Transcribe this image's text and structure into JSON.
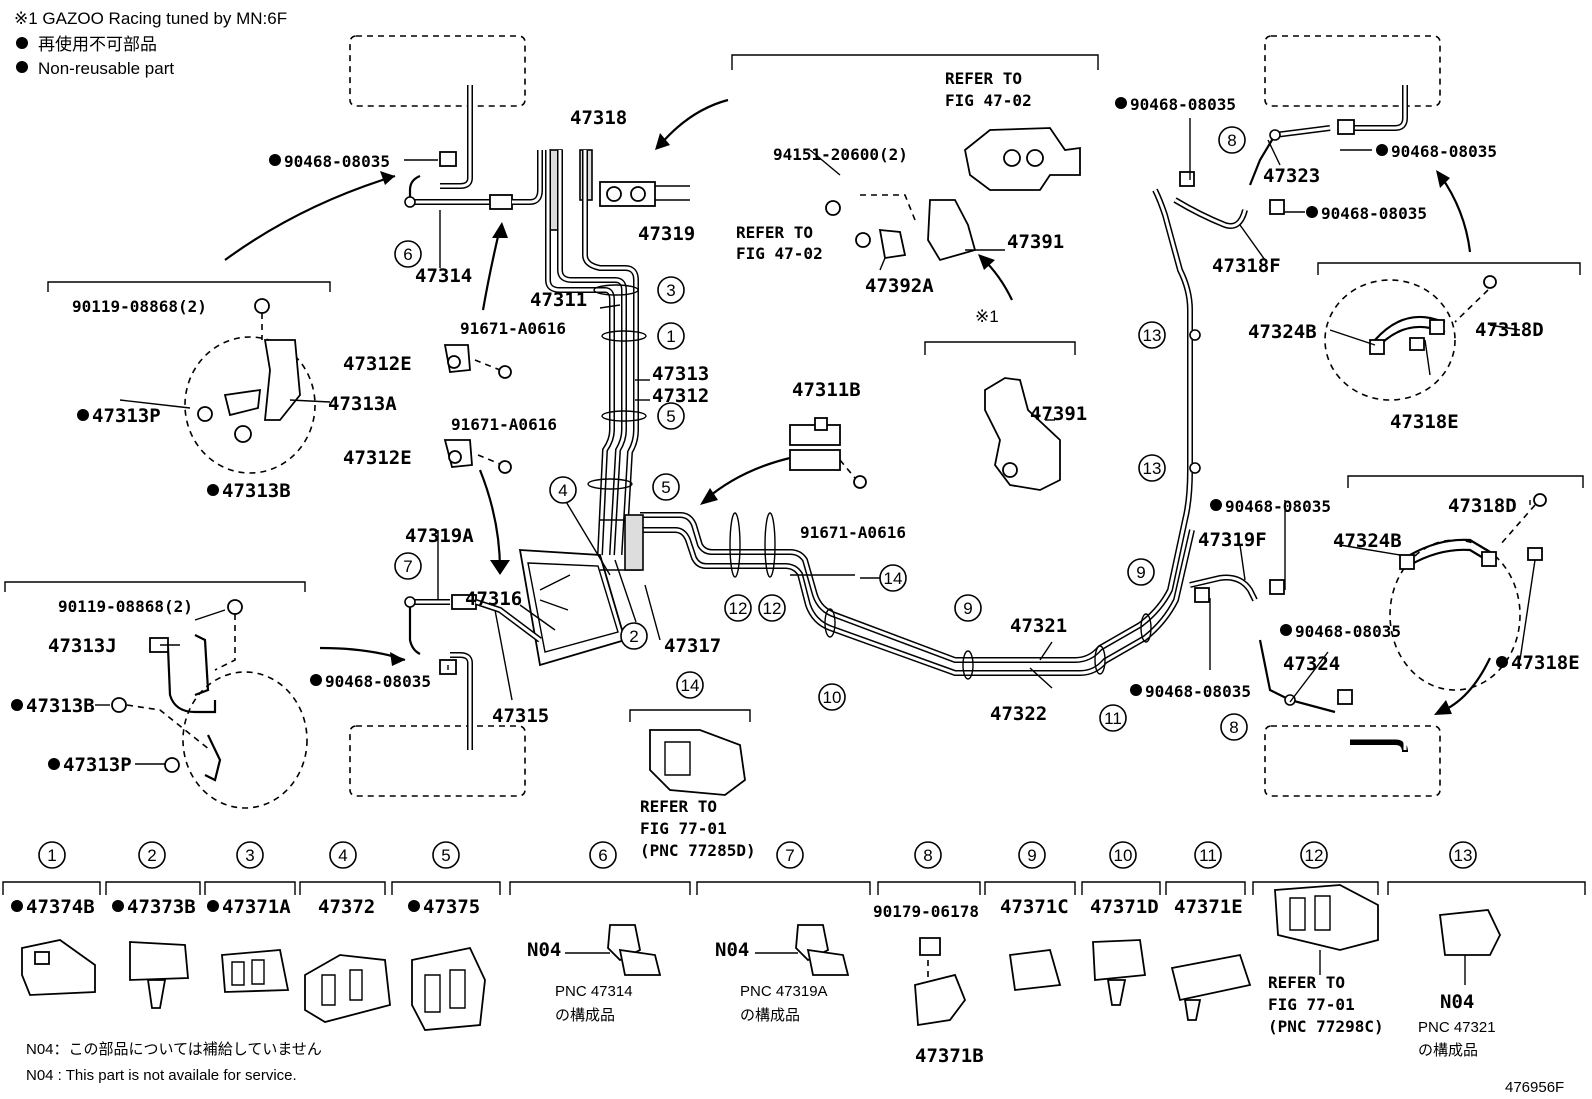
{
  "header": {
    "note_gazoo": "※1 GAZOO Racing tuned by MN:6F",
    "non_reusable_jp": "再使用不可部品",
    "non_reusable_en": "Non-reusable part"
  },
  "callouts": {
    "c47318": "47318",
    "c47319": "47319",
    "c47314": "47314",
    "c47311": "47311",
    "c47313": "47313",
    "c47312": "47312",
    "c47311B": "47311B",
    "c47316": "47316",
    "c47317": "47317",
    "c47315": "47315",
    "c47319A": "47319A",
    "c47312E_1": "47312E",
    "c47312E_2": "47312E",
    "c91671_1": "91671-A0616",
    "c91671_2": "91671-A0616",
    "c91671_3": "91671-A0616",
    "c90468_1": "90468-08035",
    "c90468_2": "90468-08035",
    "c90468_3": "90468-08035",
    "c90468_4": "90468-08035",
    "c90468_5": "90468-08035",
    "c90468_6": "90468-08035",
    "c90468_7": "90468-08035",
    "c90468_8": "90468-08035",
    "c90119_1": "90119-08868(2)",
    "c90119_2": "90119-08868(2)",
    "c47313A": "47313A",
    "c47313P_1": "47313P",
    "c47313B_1": "47313B",
    "c47313J": "47313J",
    "c47313B_2": "47313B",
    "c47313P_2": "47313P",
    "c94151": "94151-20600(2)",
    "refer_to_1": "REFER TO",
    "fig_4702_1": "FIG 47-02",
    "refer_to_2": "REFER TO",
    "fig_4702_2": "FIG 47-02",
    "c47391_1": "47391",
    "c47391_2": "47391",
    "c47392A": "47392A",
    "asterisk1": "※1",
    "c47321": "47321",
    "c47322": "47322",
    "c47323": "47323",
    "c47318F": "47318F",
    "c47324B_1": "47324B",
    "c47318D_1": "47318D",
    "c47318E_1": "47318E",
    "c47319F": "47319F",
    "c47324": "47324",
    "c47318D_2": "47318D",
    "c47324B_2": "47324B",
    "c47318E_2": "47318E",
    "refer_to_14": "REFER TO",
    "fig_7701_14": "FIG 77-01",
    "pnc_14": "(PNC 77285D)"
  },
  "bottom_parts": {
    "p1": "47374B",
    "p2": "47373B",
    "p3": "47371A",
    "p4": "47372",
    "p5": "47375",
    "n04_6": "N04",
    "pnc_6": "PNC 47314",
    "kosei_6": "の構成品",
    "n04_7": "N04",
    "pnc_7": "PNC 47319A",
    "kosei_7": "の構成品",
    "p8a": "90179-06178",
    "p8b": "47371B",
    "p9": "47371C",
    "p10": "47371D",
    "p11": "47371E",
    "refer_12": "REFER TO",
    "fig_12": "FIG 77-01",
    "pnc_12": "(PNC 77298C)",
    "n04_13": "N04",
    "pnc_13": "PNC 47321",
    "kosei_13": "の構成品"
  },
  "footer": {
    "n04_jp": "N04：この部品については補給していません",
    "n04_en": "N04 : This part is not availale for service.",
    "fig_id": "476956F"
  },
  "circle_numbers": [
    "1",
    "2",
    "3",
    "4",
    "5",
    "6",
    "7",
    "8",
    "9",
    "10",
    "11",
    "12",
    "13",
    "14"
  ]
}
